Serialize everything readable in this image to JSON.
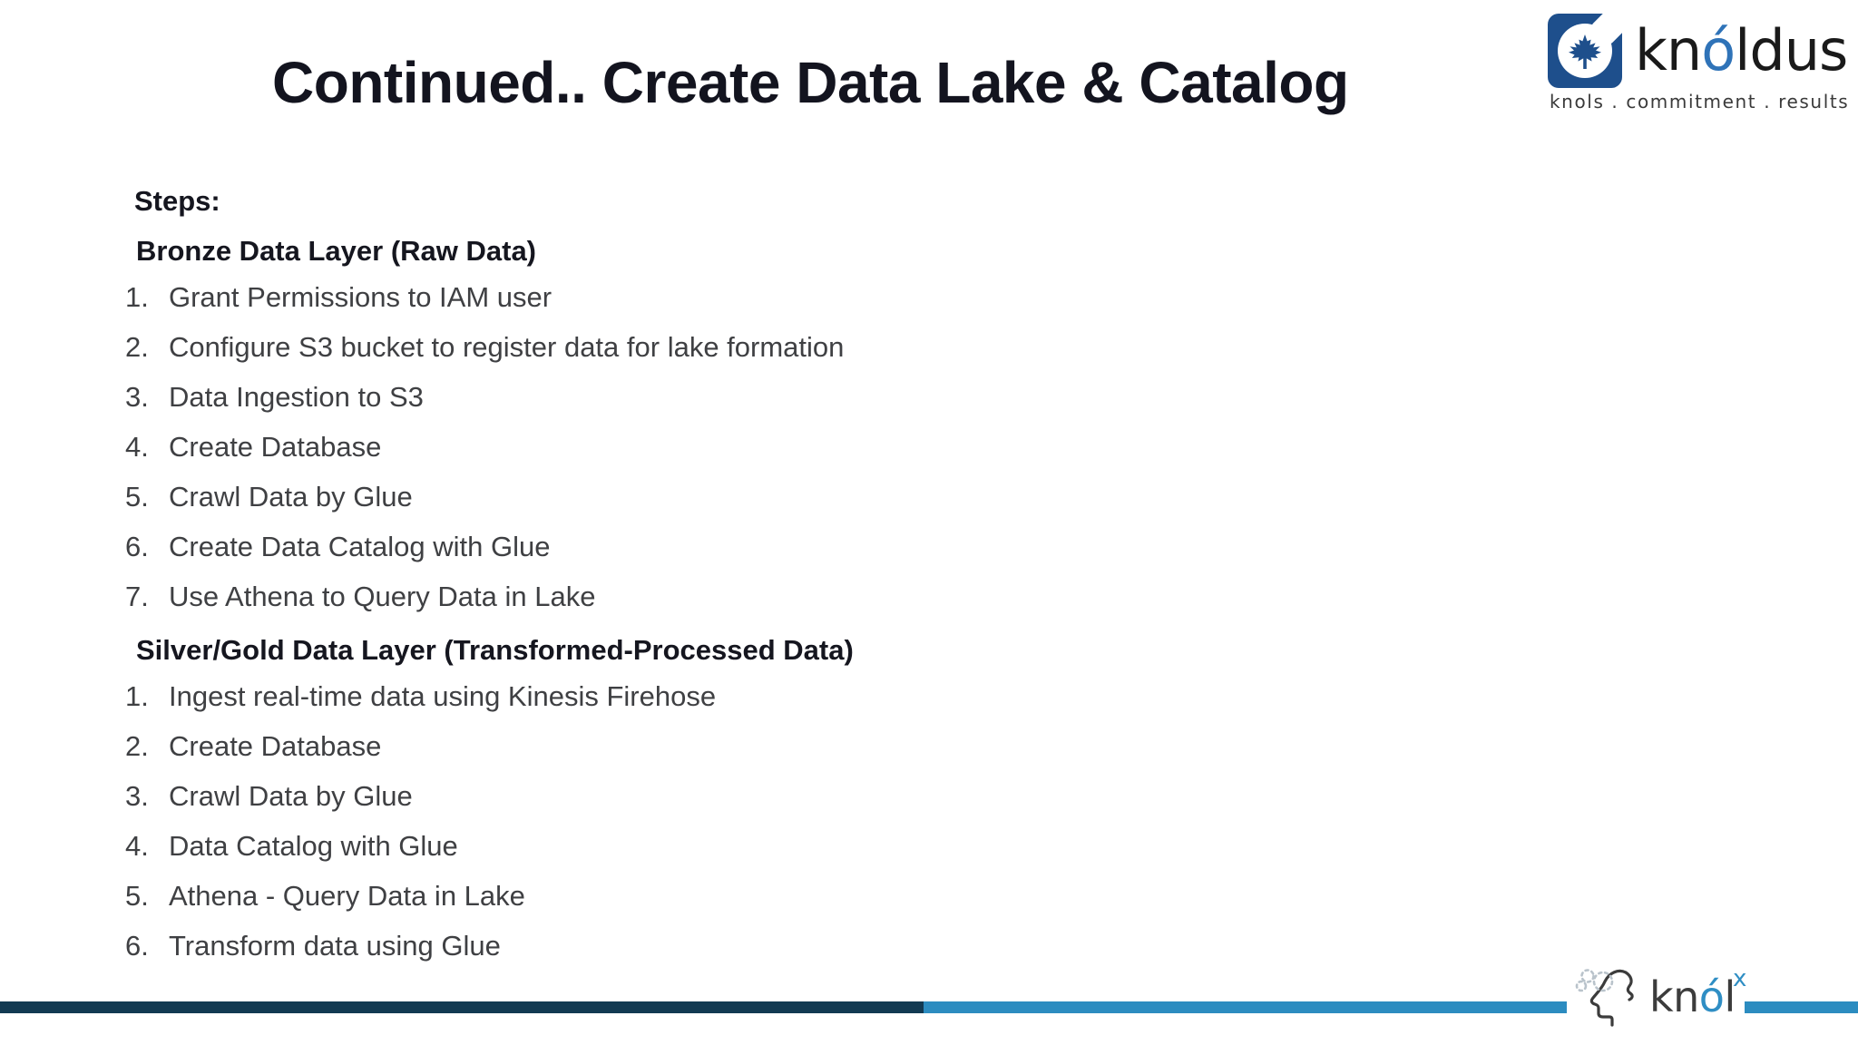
{
  "slide": {
    "title": "Continued.. Create Data Lake & Catalog",
    "background_color": "#ffffff",
    "title_color": "#13141f"
  },
  "brand_logo": {
    "wordmark_prefix": "kn",
    "wordmark_accent": "ó",
    "wordmark_suffix": "ldus",
    "tagline": "knols . commitment . results",
    "badge_color": "#1e4f8c",
    "accent_color": "#2f73b8",
    "icon_name": "knoldus-maple-leaf-badge"
  },
  "content": {
    "steps_label": "Steps:",
    "sections": [
      {
        "heading": "Bronze Data Layer (Raw Data)",
        "items": [
          {
            "num": "1.",
            "text": "Grant Permissions to IAM user"
          },
          {
            "num": "2.",
            "text": "Configure S3 bucket to register data for lake formation"
          },
          {
            "num": "3.",
            "text": "Data Ingestion to S3"
          },
          {
            "num": "4.",
            "text": "Create Database"
          },
          {
            "num": "5.",
            "text": "Crawl Data by Glue"
          },
          {
            "num": "6.",
            "text": "Create Data Catalog with Glue"
          },
          {
            "num": "7.",
            "text": "Use Athena to Query Data in Lake"
          }
        ]
      },
      {
        "heading": "Silver/Gold Data Layer (Transformed-Processed Data)",
        "items": [
          {
            "num": "1.",
            "text": "Ingest real-time data using Kinesis Firehose"
          },
          {
            "num": "2.",
            "text": "Create Database"
          },
          {
            "num": "3.",
            "text": "Crawl Data by Glue"
          },
          {
            "num": "4.",
            "text": "Data Catalog with Glue"
          },
          {
            "num": "5.",
            "text": "Athena - Query Data in Lake"
          },
          {
            "num": "6.",
            "text": "Transform data using Glue"
          }
        ]
      }
    ],
    "body_text_color": "#3f4043",
    "heading_color": "#15161f"
  },
  "footer": {
    "bar_dark_color": "#123a52",
    "bar_light_color": "#2c8cc0",
    "knolx": {
      "wordmark_prefix": "kn",
      "wordmark_accent": "ó",
      "wordmark_suffix": "l",
      "superscript": "x",
      "accent_color": "#2f8ec4",
      "icon_name": "knolx-head-profile-icon"
    }
  }
}
